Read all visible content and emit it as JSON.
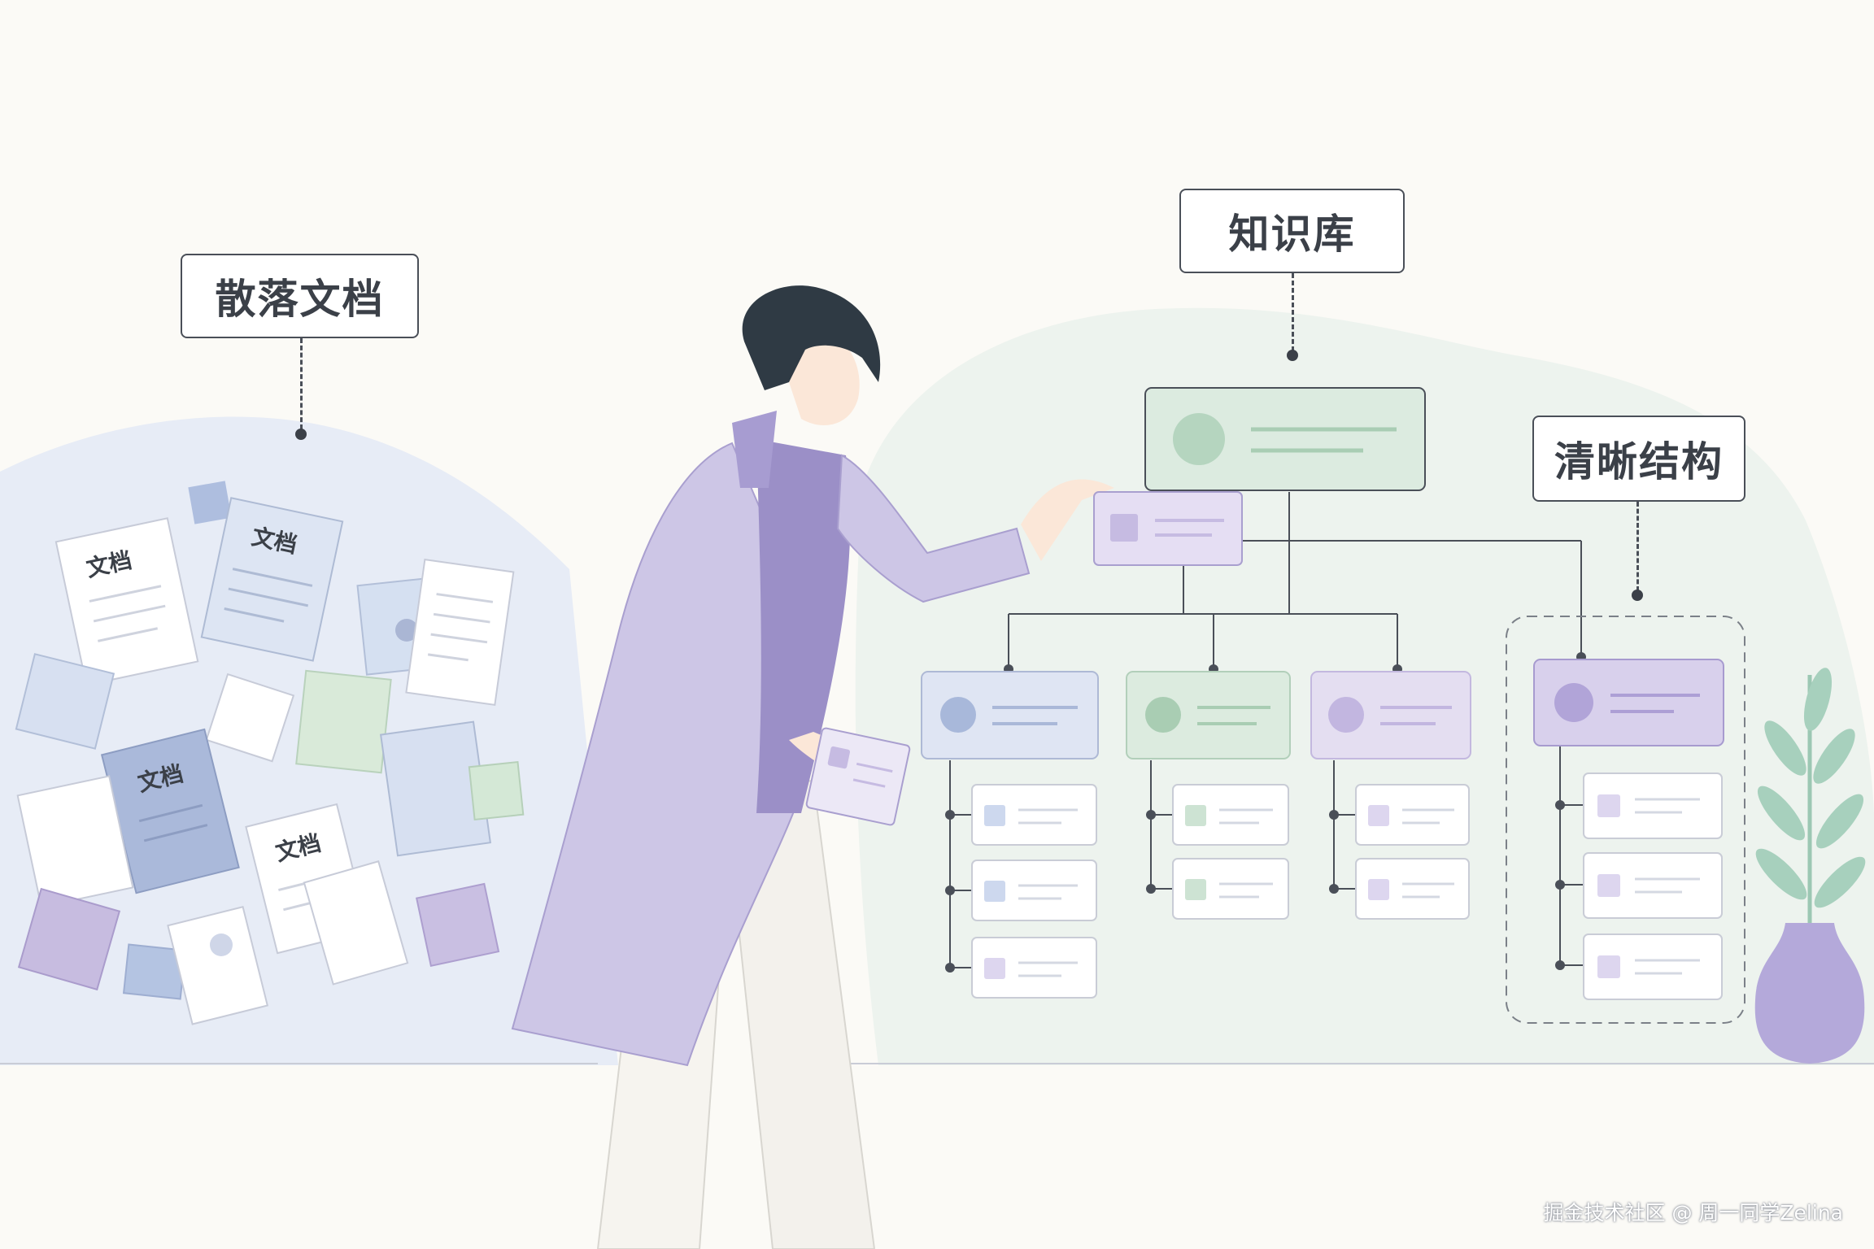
{
  "labels": {
    "scattered_docs": "散落文档",
    "knowledge_base": "知识库",
    "clear_structure": "清晰结构",
    "doc_word": "文档"
  },
  "watermark": "掘金技术社区 @ 周一同学Zelina",
  "colors": {
    "background": "#fbfaf6",
    "blue_tint": "#dfe6f3",
    "green_tint": "#e4efe7",
    "purple_tint": "#e6e1f2",
    "coat": "#c9c2e3",
    "line": "#4a4f58"
  }
}
